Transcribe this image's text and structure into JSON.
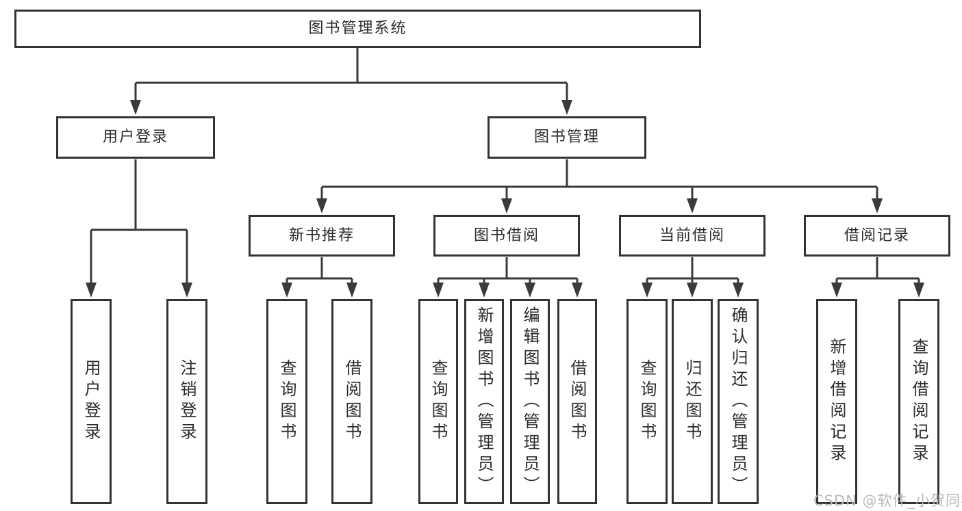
{
  "diagram": {
    "root": "图书管理系统",
    "login": {
      "label": "用户登录",
      "children": [
        "用户登录",
        "注销登录"
      ]
    },
    "management": {
      "label": "图书管理",
      "groups": [
        {
          "label": "新书推荐",
          "children": [
            "查询图书",
            "借阅图书"
          ]
        },
        {
          "label": "图书借阅",
          "children": [
            "查询图书",
            "新增图书（管理员）",
            "编辑图书（管理员）",
            "借阅图书"
          ]
        },
        {
          "label": "当前借阅",
          "children": [
            "查询图书",
            "归还图书",
            "确认归还（管理员）"
          ]
        },
        {
          "label": "借阅记录",
          "children": [
            "新增借阅记录",
            "查询借阅记录"
          ]
        }
      ]
    }
  },
  "watermark": "CSDN @软件_小贺同学",
  "colors": {
    "border": "#333333",
    "line": "#3a3a3a",
    "text": "#2b2b2b",
    "watermark": "#b9b9b9",
    "background": "#ffffff"
  }
}
